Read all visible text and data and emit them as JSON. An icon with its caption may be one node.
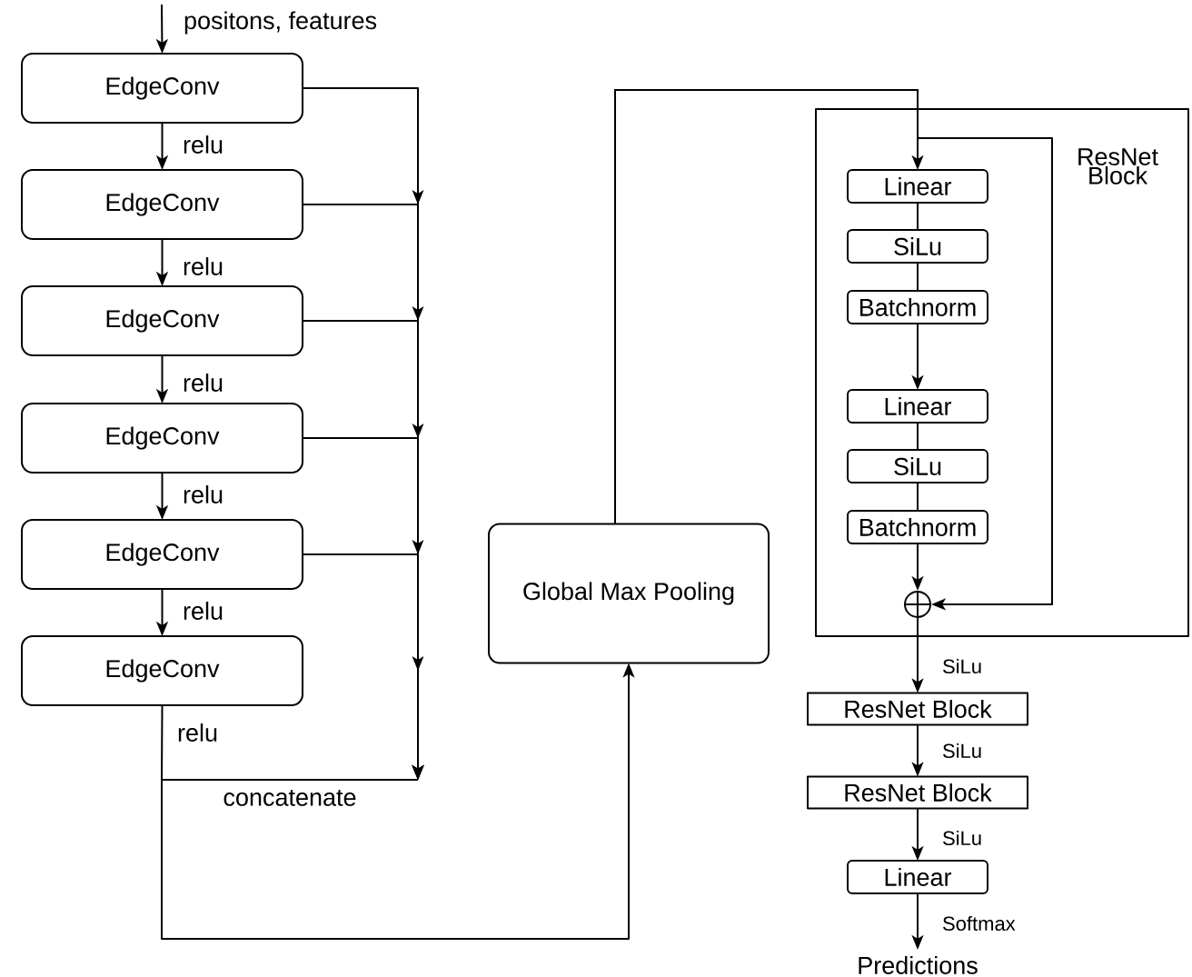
{
  "diagram": {
    "nodes": [
      {
        "text": [
          "EdgeConv"
        ]
      },
      {
        "text": [
          "EdgeConv"
        ]
      },
      {
        "text": [
          "EdgeConv"
        ]
      },
      {
        "text": [
          "EdgeConv"
        ]
      },
      {
        "text": [
          "EdgeConv"
        ]
      },
      {
        "text": [
          "EdgeConv"
        ]
      },
      {
        "text": [
          "concatenate"
        ]
      },
      {
        "text": [
          "Global Max Pooling"
        ]
      },
      {
        "text": [
          "ResNet Block"
        ]
      },
      {
        "text": [
          "Linear"
        ],
        "in": 8
      },
      {
        "text": [
          "SiLu"
        ],
        "in": 8
      },
      {
        "text": [
          "Batchnorm"
        ],
        "in": 8
      },
      {
        "text": [
          "Linear"
        ],
        "in": 8
      },
      {
        "text": [
          "SiLu"
        ],
        "in": 8
      },
      {
        "text": [
          "Batchnorm"
        ],
        "in": 8
      },
      {
        "text": [],
        "shape": "circle",
        "in": 8
      },
      {
        "text": [
          "ResNet Block"
        ]
      },
      {
        "text": [
          "ResNet Block"
        ]
      },
      {
        "text": [
          "Linear"
        ]
      },
      {
        "text": [
          "Predictions"
        ]
      }
    ],
    "edges": [
      {
        "from": null,
        "to": 0,
        "arrow": "to",
        "label": "positons, features"
      },
      {
        "from": 0,
        "to": 1,
        "arrow": "to",
        "label": "relu"
      },
      {
        "from": 1,
        "to": 2,
        "arrow": "to",
        "label": "relu"
      },
      {
        "from": 2,
        "to": 3,
        "arrow": "to",
        "label": "relu"
      },
      {
        "from": 3,
        "to": 4,
        "arrow": "to",
        "label": "relu"
      },
      {
        "from": 4,
        "to": 5,
        "arrow": "to",
        "label": "relu"
      },
      {
        "from": 0,
        "to": 6,
        "arrow": "to"
      },
      {
        "from": 1,
        "to": 6,
        "arrow": "to"
      },
      {
        "from": 2,
        "to": 6,
        "arrow": "to"
      },
      {
        "from": 3,
        "to": 6,
        "arrow": "to"
      },
      {
        "from": 4,
        "to": 6,
        "arrow": "to"
      },
      {
        "from": 5,
        "to": 6,
        "arrow": "none",
        "label": "relu"
      },
      {
        "from": 6,
        "to": 7,
        "arrow": "to"
      },
      {
        "from": 7,
        "to": 9,
        "arrow": "to"
      },
      {
        "from": 9,
        "to": 10,
        "arrow": "none"
      },
      {
        "from": 10,
        "to": 11,
        "arrow": "none"
      },
      {
        "from": 11,
        "to": 12,
        "arrow": "to"
      },
      {
        "from": 12,
        "to": 13,
        "arrow": "none"
      },
      {
        "from": 13,
        "to": 14,
        "arrow": "none"
      },
      {
        "from": 14,
        "to": 15,
        "arrow": "to"
      },
      {
        "from": 7,
        "to": 15,
        "arrow": "to"
      },
      {
        "from": 15,
        "to": 16,
        "arrow": "to",
        "label": "SiLu"
      },
      {
        "from": 16,
        "to": 17,
        "arrow": "to",
        "label": "SiLu"
      },
      {
        "from": 17,
        "to": 18,
        "arrow": "to",
        "label": "SiLu"
      },
      {
        "from": 18,
        "to": 19,
        "arrow": "to",
        "label": "Softmax"
      }
    ]
  }
}
